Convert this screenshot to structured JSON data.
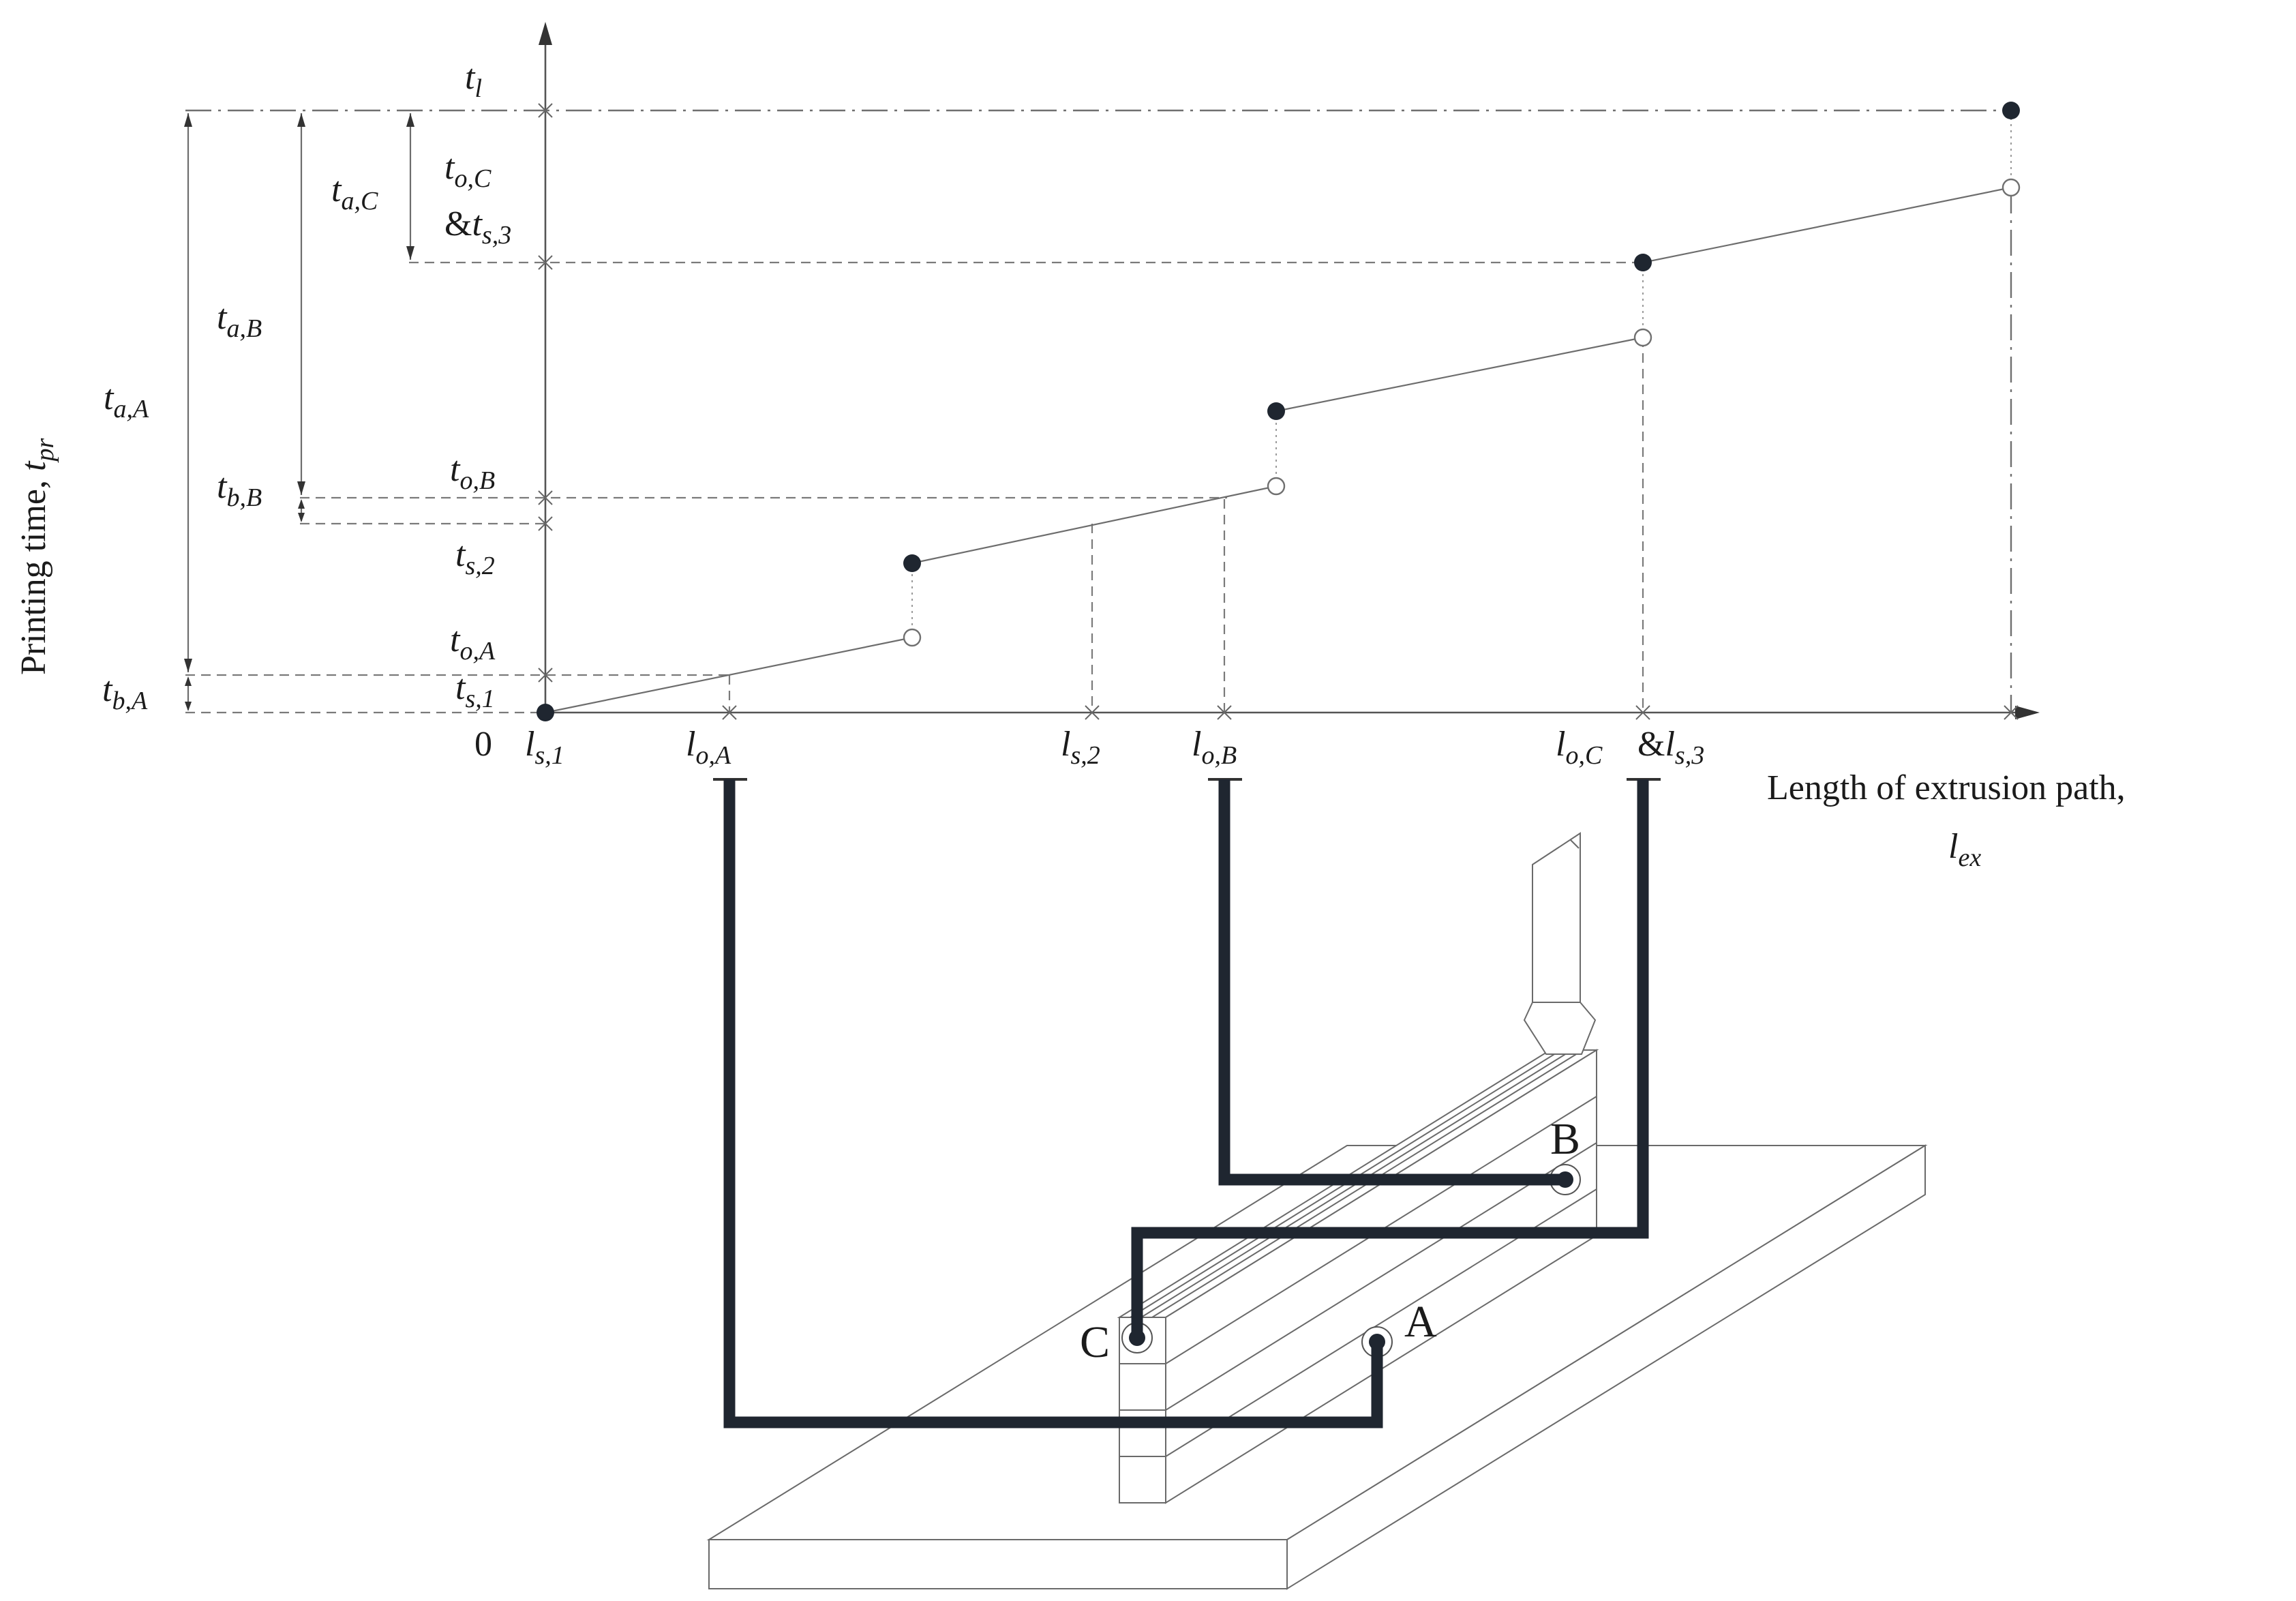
{
  "chart": {
    "y_axis_label_main": "Printing time, ",
    "y_axis_label_var": "t",
    "y_axis_label_sub": "pr",
    "x_axis_label_line1": "Length of extrusion path,",
    "x_axis_label_var": "l",
    "x_axis_label_sub": "ex",
    "origin_label": "0"
  },
  "time_marks": {
    "t_l": {
      "var": "t",
      "sub": "l"
    },
    "t_oC": {
      "var": "t",
      "sub": "o,C"
    },
    "t_s3": {
      "prefix": "&",
      "var": "t",
      "sub": "s,3"
    },
    "t_oB": {
      "var": "t",
      "sub": "o,B"
    },
    "t_s2": {
      "var": "t",
      "sub": "s,2"
    },
    "t_oA": {
      "var": "t",
      "sub": "o,A"
    },
    "t_s1": {
      "var": "t",
      "sub": "s,1"
    }
  },
  "interval_marks": {
    "t_aC": {
      "var": "t",
      "sub": "a,C"
    },
    "t_aB": {
      "var": "t",
      "sub": "a,B"
    },
    "t_aA": {
      "var": "t",
      "sub": "a,A"
    },
    "t_bB": {
      "var": "t",
      "sub": "b,B"
    },
    "t_bA": {
      "var": "t",
      "sub": "b,A"
    }
  },
  "length_marks": {
    "l_s1": {
      "var": "l",
      "sub": "s,1"
    },
    "l_oA": {
      "var": "l",
      "sub": "o,A"
    },
    "l_s2": {
      "var": "l",
      "sub": "s,2"
    },
    "l_oB": {
      "var": "l",
      "sub": "o,B"
    },
    "l_oC": {
      "var": "l",
      "sub": "o,C"
    },
    "l_s3": {
      "prefix": "&",
      "var": "l",
      "sub": "s,3"
    }
  },
  "points": {
    "A": "A",
    "B": "B",
    "C": "C"
  }
}
